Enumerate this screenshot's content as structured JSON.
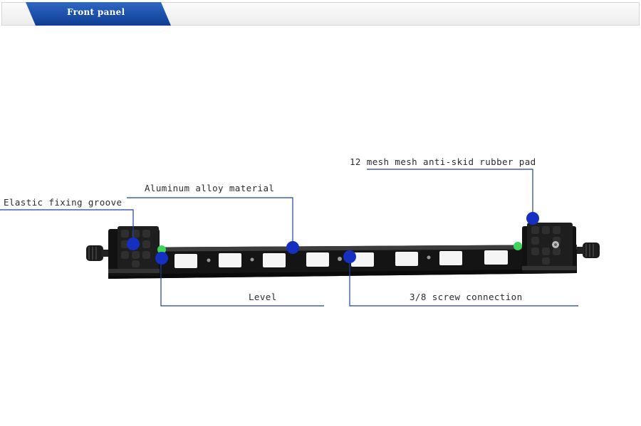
{
  "header": {
    "title": "Front panel"
  },
  "callouts": {
    "rubber_pad": "12 mesh mesh anti-skid rubber pad",
    "aluminum": "Aluminum alloy material",
    "groove": "Elastic fixing groove",
    "level": "Level",
    "screw": "3/8 screw connection"
  },
  "colors": {
    "header_tab": "#1a4ea8",
    "callout_line": "#1f3f9e",
    "marker": "#1530c0"
  }
}
